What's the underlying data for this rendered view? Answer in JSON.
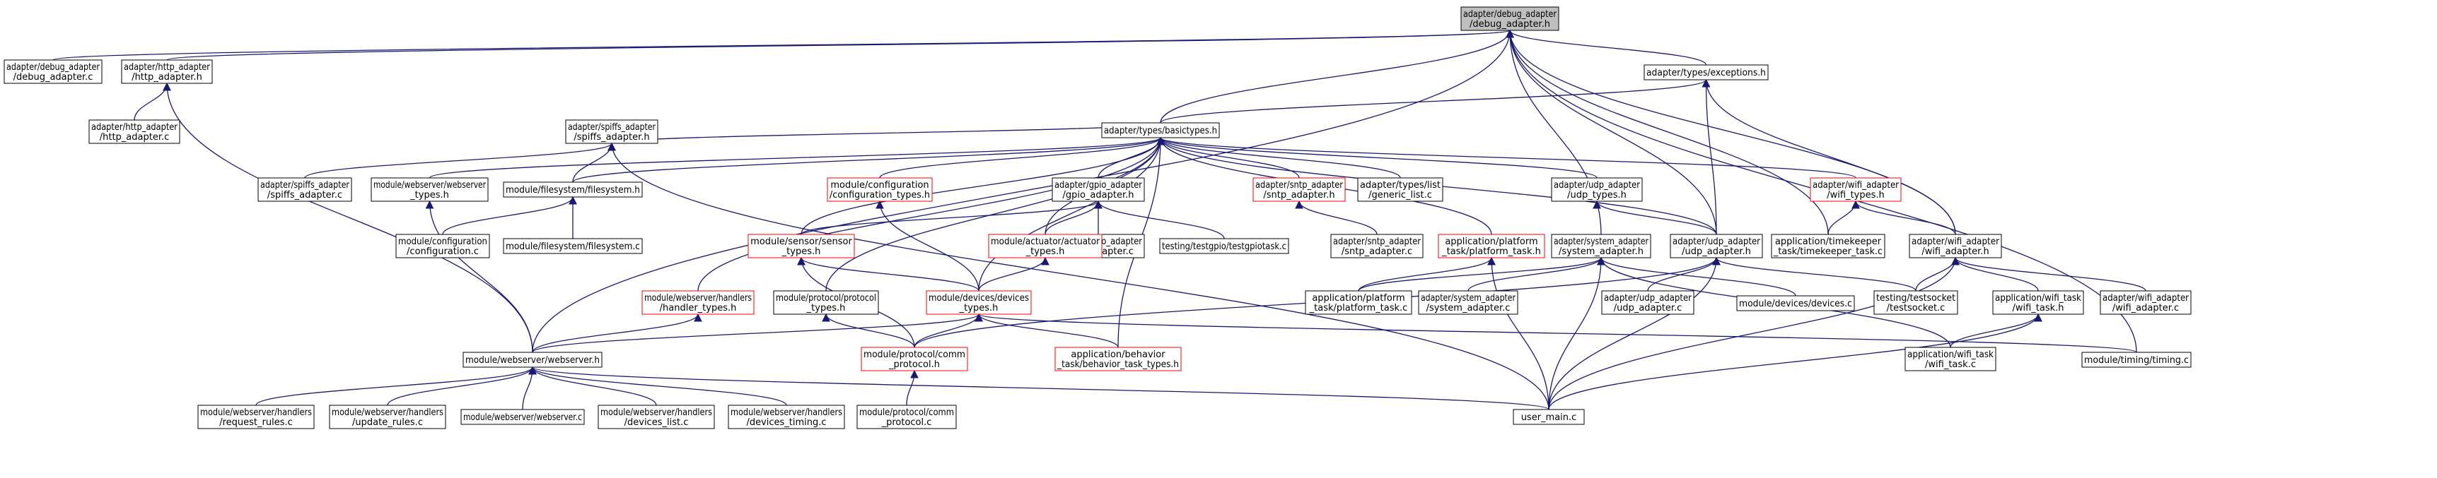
{
  "diagram": {
    "nodes": [
      {
        "id": "debug_adapter_h",
        "lines": [
          "adapter/debug_adapter",
          "/debug_adapter.h"
        ],
        "style": "root"
      },
      {
        "id": "debug_adapter_c",
        "lines": [
          "adapter/debug_adapter",
          "/debug_adapter.c"
        ],
        "style": "normal"
      },
      {
        "id": "http_adapter_h",
        "lines": [
          "adapter/http_adapter",
          "/http_adapter.h"
        ],
        "style": "normal"
      },
      {
        "id": "http_adapter_c",
        "lines": [
          "adapter/http_adapter",
          "/http_adapter.c"
        ],
        "style": "normal"
      },
      {
        "id": "exceptions_h",
        "lines": [
          "adapter/types/exceptions.h"
        ],
        "style": "normal"
      },
      {
        "id": "basictypes_h",
        "lines": [
          "adapter/types/basictypes.h"
        ],
        "style": "normal"
      },
      {
        "id": "spiffs_adapter_h",
        "lines": [
          "adapter/spiffs_adapter",
          "/spiffs_adapter.h"
        ],
        "style": "normal"
      },
      {
        "id": "spiffs_adapter_c",
        "lines": [
          "adapter/spiffs_adapter",
          "/spiffs_adapter.c"
        ],
        "style": "normal"
      },
      {
        "id": "webserver_types_h",
        "lines": [
          "module/webserver/webserver",
          "_types.h"
        ],
        "style": "normal"
      },
      {
        "id": "filesystem_h",
        "lines": [
          "module/filesystem/filesystem.h"
        ],
        "style": "normal"
      },
      {
        "id": "configuration_c",
        "lines": [
          "module/configuration",
          "/configuration.c"
        ],
        "style": "normal"
      },
      {
        "id": "filesystem_c",
        "lines": [
          "module/filesystem/filesystem.c"
        ],
        "style": "normal"
      },
      {
        "id": "configuration_types_h",
        "lines": [
          "module/configuration",
          "/configuration_types.h"
        ],
        "style": "red"
      },
      {
        "id": "gpio_adapter_h",
        "lines": [
          "adapter/gpio_adapter",
          "/gpio_adapter.h"
        ],
        "style": "normal"
      },
      {
        "id": "gpio_adapter_c",
        "lines": [
          "adapter/gpio_adapter",
          "/gpio_adapter.c"
        ],
        "style": "normal"
      },
      {
        "id": "testgpiotask_c",
        "lines": [
          "testing/testgpio/testgpiotask.c"
        ],
        "style": "normal"
      },
      {
        "id": "sntp_adapter_h",
        "lines": [
          "adapter/sntp_adapter",
          "/sntp_adapter.h"
        ],
        "style": "red"
      },
      {
        "id": "sntp_adapter_c",
        "lines": [
          "adapter/sntp_adapter",
          "/sntp_adapter.c"
        ],
        "style": "normal"
      },
      {
        "id": "generic_list_c",
        "lines": [
          "adapter/types/list",
          "/generic_list.c"
        ],
        "style": "normal"
      },
      {
        "id": "udp_types_h",
        "lines": [
          "adapter/udp_adapter",
          "/udp_types.h"
        ],
        "style": "normal"
      },
      {
        "id": "wifi_types_h",
        "lines": [
          "adapter/wifi_adapter",
          "/wifi_types.h"
        ],
        "style": "red"
      },
      {
        "id": "timekeeper_task_c",
        "lines": [
          "application/timekeeper",
          "_task/timekeeper_task.c"
        ],
        "style": "normal"
      },
      {
        "id": "wifi_adapter_h",
        "lines": [
          "adapter/wifi_adapter",
          "/wifi_adapter.h"
        ],
        "style": "normal"
      },
      {
        "id": "sensor_types_h",
        "lines": [
          "module/sensor/sensor",
          "_types.h"
        ],
        "style": "red"
      },
      {
        "id": "actuator_types_h",
        "lines": [
          "module/actuator/actuator",
          "_types.h"
        ],
        "style": "red"
      },
      {
        "id": "platform_task_h",
        "lines": [
          "application/platform",
          "_task/platform_task.h"
        ],
        "style": "red"
      },
      {
        "id": "system_adapter_h",
        "lines": [
          "adapter/system_adapter",
          "/system_adapter.h"
        ],
        "style": "normal"
      },
      {
        "id": "udp_adapter_h",
        "lines": [
          "adapter/udp_adapter",
          "/udp_adapter.h"
        ],
        "style": "normal"
      },
      {
        "id": "handler_types_h",
        "lines": [
          "module/webserver/handlers",
          "/handler_types.h"
        ],
        "style": "red"
      },
      {
        "id": "protocol_types_h",
        "lines": [
          "module/protocol/protocol",
          "_types.h"
        ],
        "style": "normal"
      },
      {
        "id": "devices_types_h",
        "lines": [
          "module/devices/devices",
          "_types.h"
        ],
        "style": "red"
      },
      {
        "id": "platform_task_c",
        "lines": [
          "application/platform",
          "_task/platform_task.c"
        ],
        "style": "normal"
      },
      {
        "id": "system_adapter_c",
        "lines": [
          "adapter/system_adapter",
          "/system_adapter.c"
        ],
        "style": "normal"
      },
      {
        "id": "udp_adapter_c",
        "lines": [
          "adapter/udp_adapter",
          "/udp_adapter.c"
        ],
        "style": "normal"
      },
      {
        "id": "devices_c",
        "lines": [
          "module/devices/devices.c"
        ],
        "style": "normal"
      },
      {
        "id": "testsocket_c",
        "lines": [
          "testing/testsocket",
          "/testsocket.c"
        ],
        "style": "normal"
      },
      {
        "id": "wifi_task_h",
        "lines": [
          "application/wifi_task",
          "/wifi_task.h"
        ],
        "style": "normal"
      },
      {
        "id": "wifi_adapter_c",
        "lines": [
          "adapter/wifi_adapter",
          "/wifi_adapter.c"
        ],
        "style": "normal"
      },
      {
        "id": "webserver_h",
        "lines": [
          "module/webserver/webserver.h"
        ],
        "style": "normal"
      },
      {
        "id": "comm_protocol_h",
        "lines": [
          "module/protocol/comm",
          "_protocol.h"
        ],
        "style": "red"
      },
      {
        "id": "behavior_task_types_h",
        "lines": [
          "application/behavior",
          "_task/behavior_task_types.h"
        ],
        "style": "red"
      },
      {
        "id": "wifi_task_c",
        "lines": [
          "application/wifi_task",
          "/wifi_task.c"
        ],
        "style": "normal"
      },
      {
        "id": "timing_c",
        "lines": [
          "module/timing/timing.c"
        ],
        "style": "normal"
      },
      {
        "id": "request_rules_c",
        "lines": [
          "module/webserver/handlers",
          "/request_rules.c"
        ],
        "style": "normal"
      },
      {
        "id": "update_rules_c",
        "lines": [
          "module/webserver/handlers",
          "/update_rules.c"
        ],
        "style": "normal"
      },
      {
        "id": "webserver_c",
        "lines": [
          "module/webserver/webserver.c"
        ],
        "style": "normal"
      },
      {
        "id": "devices_list_c",
        "lines": [
          "module/webserver/handlers",
          "/devices_list.c"
        ],
        "style": "normal"
      },
      {
        "id": "devices_timing_c",
        "lines": [
          "module/webserver/handlers",
          "/devices_timing.c"
        ],
        "style": "normal"
      },
      {
        "id": "comm_protocol_c",
        "lines": [
          "module/protocol/comm",
          "_protocol.c"
        ],
        "style": "normal"
      },
      {
        "id": "user_main_c",
        "lines": [
          "user_main.c"
        ],
        "style": "normal"
      }
    ]
  }
}
